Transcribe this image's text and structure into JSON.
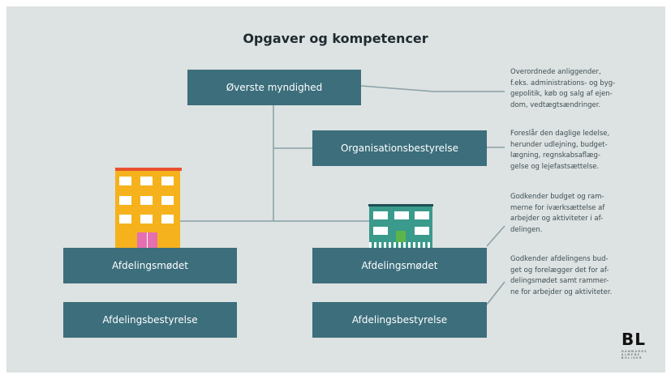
{
  "title": "Opgaver og kompetencer",
  "boxes": {
    "top_authority": "Øverste myndighed",
    "org_board": "Organisationsbestyrelse",
    "dept_meeting_left": "Afdelingsmødet",
    "dept_board_left": "Afdelingsbestyrelse",
    "dept_meeting_right": "Afdelingsmødet",
    "dept_board_right": "Afdelingsbestyrelse"
  },
  "descriptions": {
    "top_authority": "Overordnede anliggender,\nf.eks. administrations- og byg-\ngepolitik, køb og salg af ejen-\ndom, vedtægtsændringer.",
    "org_board": "Foreslår den daglige ledelse,\nherunder udlejning, budget-\nlægning, regnskabsaflæg-\ngelse og lejefastsættelse.",
    "dept_meeting": "Godkender budget og ram-\nmerne for iværksættelse af\narbejder og aktiviteter i af-\ndelingen.",
    "dept_board": "Godkender afdelingens bud-\nget og forelægger det for af-\ndelingsmødet samt rammer-\nne for arbejder og aktiviteter."
  },
  "logo": {
    "mark": "BL",
    "subtitle": "DANMARKS\nALMENE\nBOLIGER"
  },
  "colors": {
    "background": "#dde2e2",
    "box": "#3c6e7c",
    "line": "#8aa0a6",
    "building_orange": "#f5b21c",
    "building_teal": "#3a9a8c",
    "door_pink": "#e56fb0",
    "door_green": "#5cb54a"
  }
}
